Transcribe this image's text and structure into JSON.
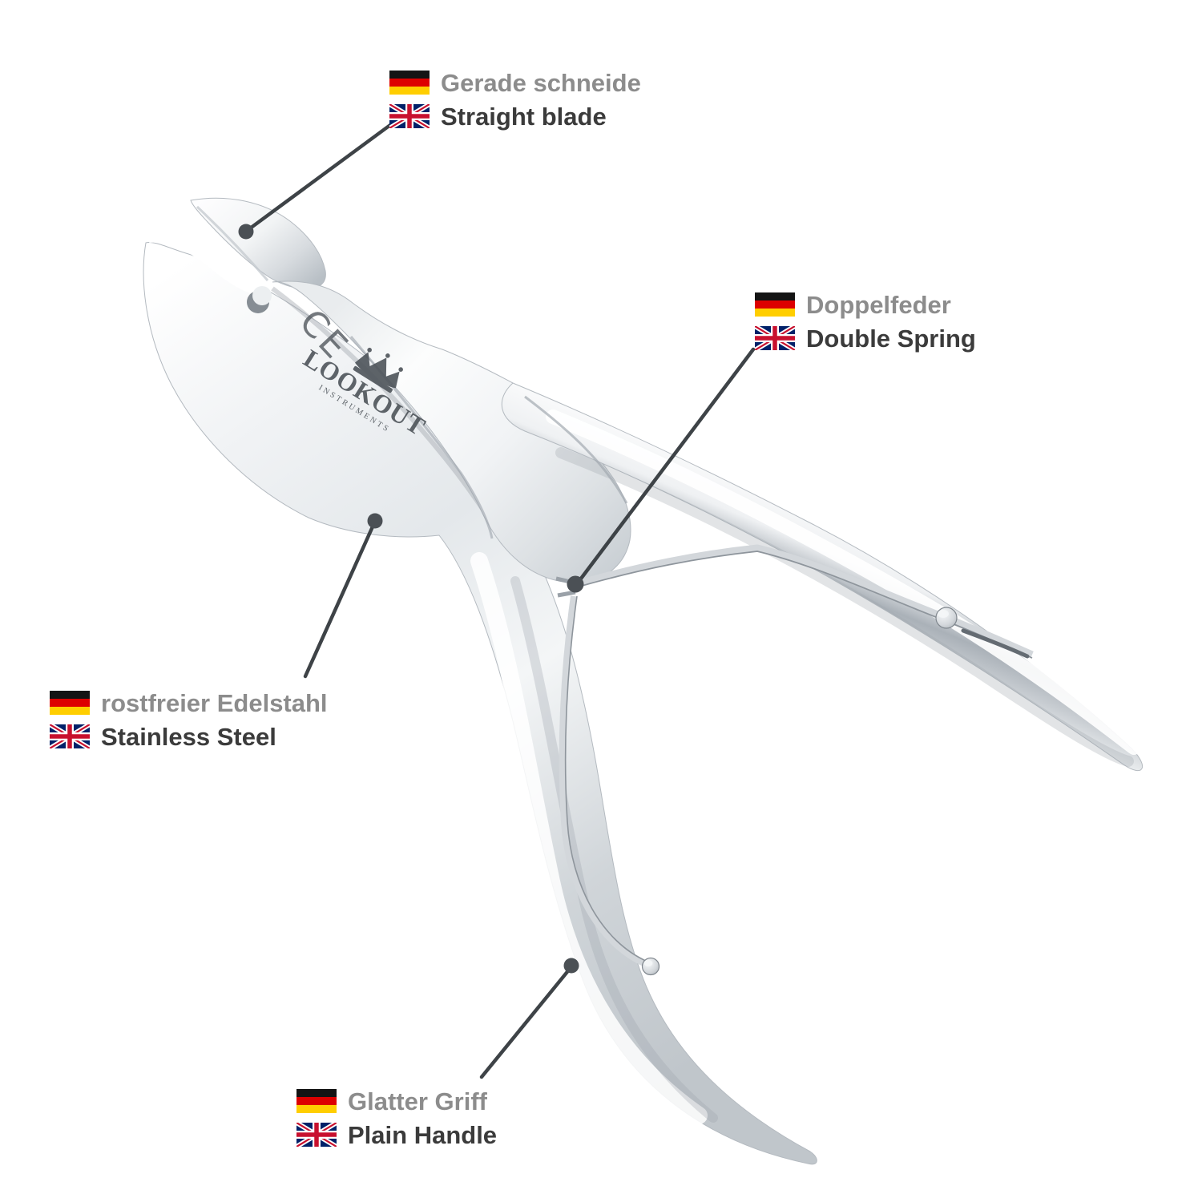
{
  "product": {
    "brand": "LOOKOUT",
    "brand_sub": "INSTRUMENTS",
    "ce_mark": "CE"
  },
  "colors": {
    "label_de_text": "#8C8C8C",
    "label_en_text": "#3B3B3B",
    "leader_line": "#3E4347",
    "leader_dot": "#4B5055",
    "german_flag_black": "#141414",
    "german_flag_red": "#DD0000",
    "german_flag_gold": "#FFCE00",
    "uk_flag_blue": "#012169",
    "uk_flag_red": "#C8102E",
    "uk_flag_white": "#FFFFFF",
    "steel_bright": "#FFFFFF",
    "steel_mid": "#C9CED3",
    "steel_dark": "#9AA1A8",
    "engraving": "#4E545A"
  },
  "callouts": [
    {
      "id": "straight-blade",
      "de": "Gerade schneide",
      "en": "Straight blade"
    },
    {
      "id": "double-spring",
      "de": "Doppelfeder",
      "en": "Double Spring"
    },
    {
      "id": "stainless-steel",
      "de": "rostfreier Edelstahl",
      "en": "Stainless Steel"
    },
    {
      "id": "plain-handle",
      "de": "Glatter Griff",
      "en": "Plain Handle"
    }
  ]
}
